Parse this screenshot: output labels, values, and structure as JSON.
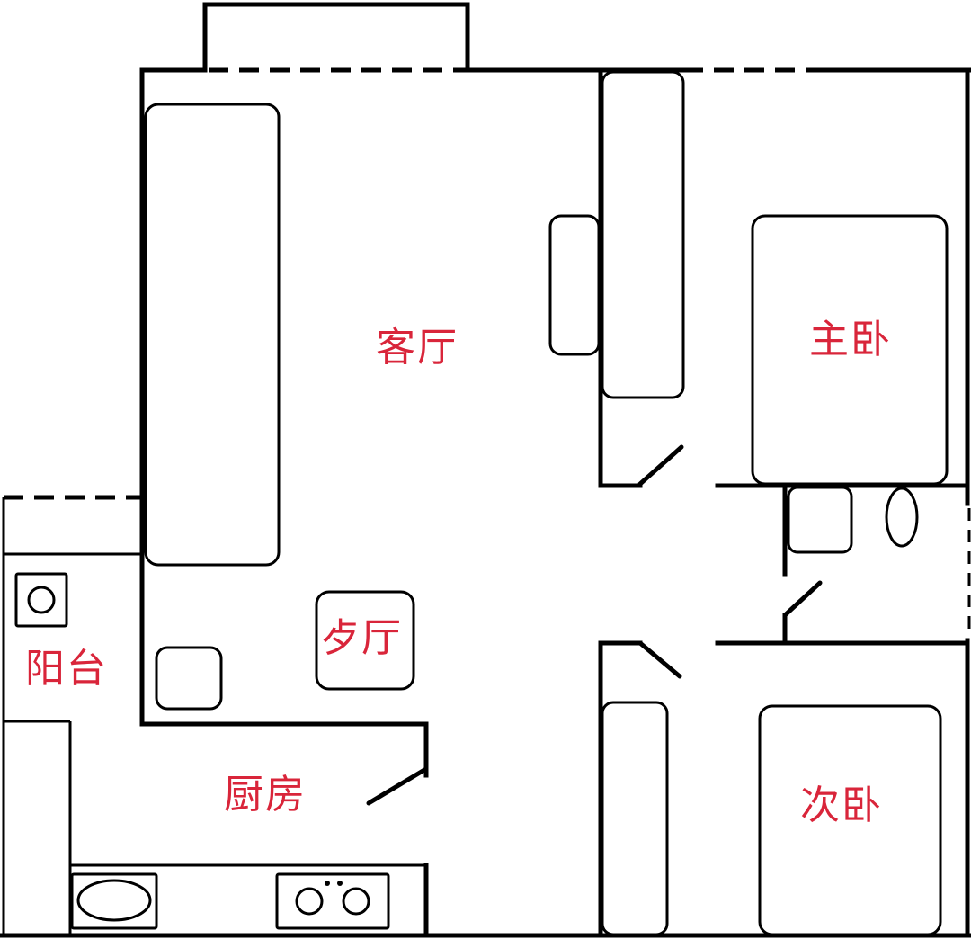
{
  "rooms": {
    "living_room": "客厅",
    "master_bedroom": "主卧",
    "second_bedroom": "次卧",
    "dining_room": "歺厅",
    "balcony": "阳台",
    "kitchen": "厨房"
  }
}
